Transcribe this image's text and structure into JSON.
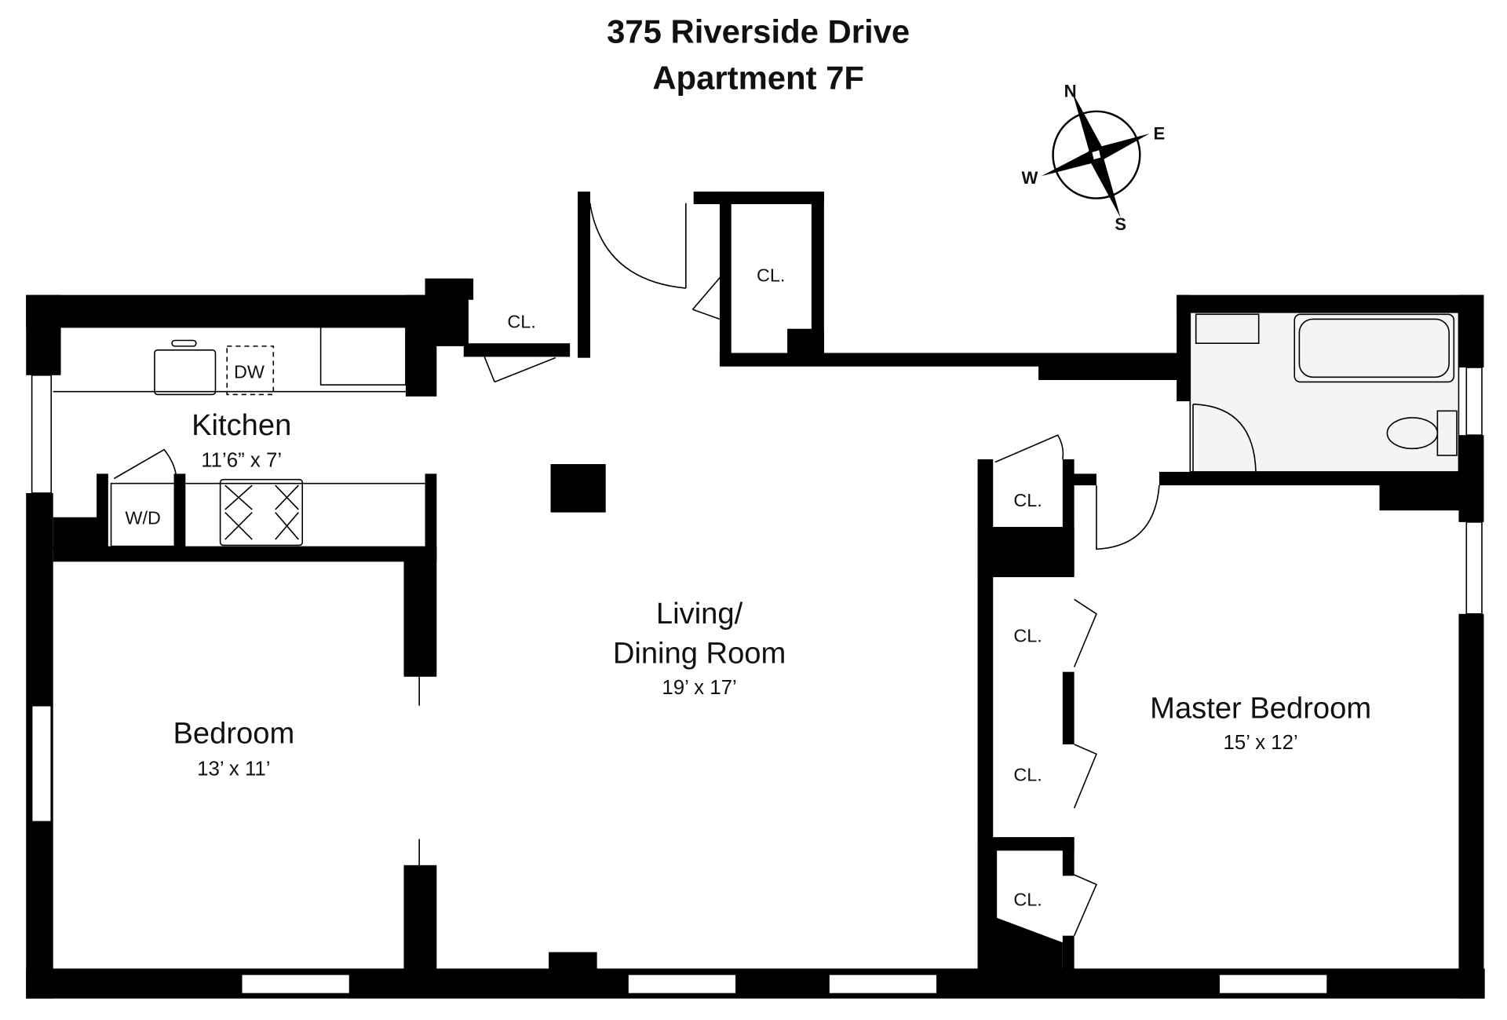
{
  "header": {
    "line1": "375 Riverside Drive",
    "line2": "Apartment 7F"
  },
  "compass": {
    "n": "N",
    "e": "E",
    "s": "S",
    "w": "W"
  },
  "rooms": {
    "kitchen": {
      "name": "Kitchen",
      "dims": "11’6” x 7’"
    },
    "living": {
      "name_line1": "Living/",
      "name_line2": "Dining Room",
      "dims": "19’ x 17’"
    },
    "bedroom": {
      "name": "Bedroom",
      "dims": "13’ x 11’"
    },
    "master": {
      "name": "Master Bedroom",
      "dims": "15’ x 12’"
    }
  },
  "fixtures": {
    "dw": "DW",
    "wd": "W/D"
  },
  "closets": [
    "CL.",
    "CL.",
    "CL.",
    "CL.",
    "CL.",
    "CL."
  ]
}
